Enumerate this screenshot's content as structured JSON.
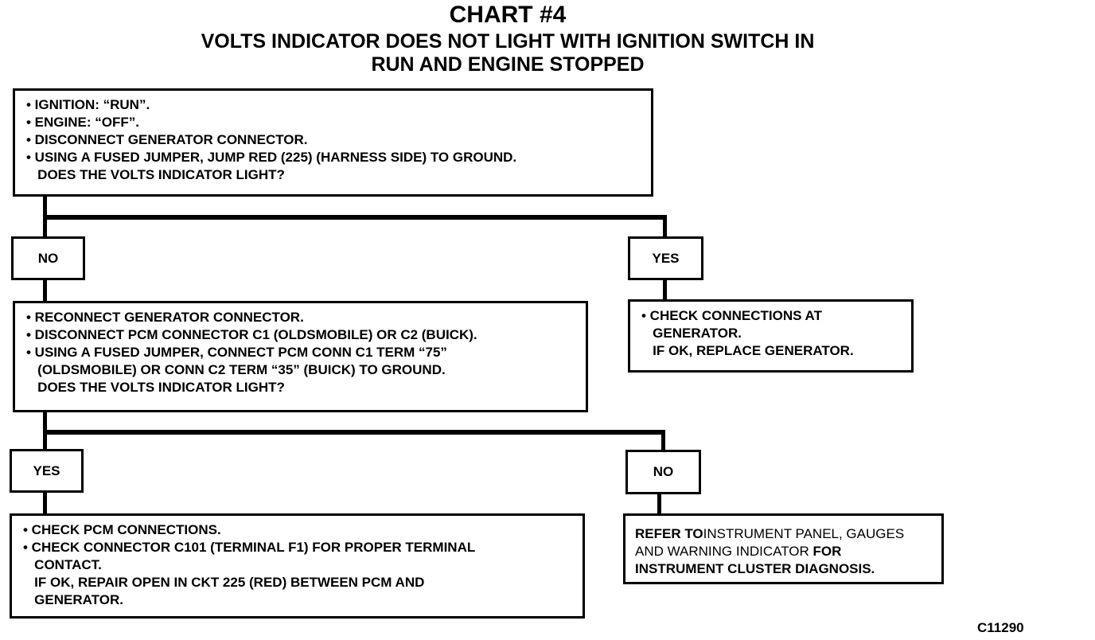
{
  "title": {
    "line1": "CHART #4",
    "line2": "VOLTS INDICATOR DOES NOT LIGHT WITH IGNITION SWITCH IN",
    "line3": "RUN AND ENGINE STOPPED"
  },
  "step1": {
    "lines": [
      "• IGNITION: “RUN”.",
      "• ENGINE: “OFF”.",
      "• DISCONNECT GENERATOR CONNECTOR.",
      "• USING A FUSED JUMPER, JUMP RED (225) (HARNESS SIDE) TO GROUND.",
      "   DOES THE VOLTS INDICATOR LIGHT?"
    ]
  },
  "branch1": {
    "no": "NO",
    "yes": "YES"
  },
  "step2": {
    "lines": [
      "• RECONNECT GENERATOR CONNECTOR.",
      "• DISCONNECT PCM CONNECTOR C1 (OLDSMOBILE) OR C2 (BUICK).",
      "• USING A FUSED JUMPER, CONNECT PCM CONN C1 TERM “75”",
      "   (OLDSMOBILE) OR CONN C2 TERM “35” (BUICK) TO GROUND.",
      "   DOES THE VOLTS INDICATOR LIGHT?"
    ]
  },
  "yes1_result": {
    "lines": [
      "• CHECK CONNECTIONS AT",
      "   GENERATOR.",
      "   IF OK, REPLACE GENERATOR."
    ]
  },
  "branch2": {
    "yes": "YES",
    "no": "NO"
  },
  "yes2_result": {
    "lines": [
      "• CHECK PCM CONNECTIONS.",
      "• CHECK CONNECTOR C101 (TERMINAL F1) FOR PROPER TERMINAL",
      "   CONTACT.",
      "   IF OK, REPAIR OPEN IN CKT 225 (RED) BETWEEN PCM AND",
      "   GENERATOR."
    ]
  },
  "no2_result": {
    "l1a": "REFER TO",
    "l1b": "INSTRUMENT PANEL, GAUGES",
    "l2a": "AND WARNING INDICATOR",
    "l2b": " FOR",
    "l3": "INSTRUMENT CLUSTER DIAGNOSIS."
  },
  "figure_code": "C11290"
}
